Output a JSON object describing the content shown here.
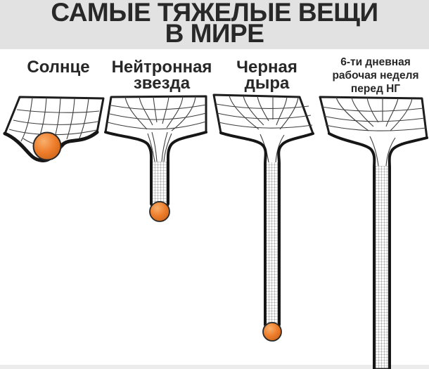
{
  "title": {
    "line1": "САМЫЕ ТЯЖЕЛЫЕ ВЕЩИ",
    "line2": "В МИРЕ"
  },
  "panels": [
    {
      "id": "sun",
      "label_lines": [
        "Солнце"
      ],
      "well": {
        "depth": "shallow-dip",
        "ball_visible": true
      }
    },
    {
      "id": "neutron-star",
      "label_lines": [
        "Нейтронная",
        "звезда"
      ],
      "well": {
        "depth": "deep-funnel",
        "ball_visible": true
      }
    },
    {
      "id": "black-hole",
      "label_lines": [
        "Черная",
        "дыра"
      ],
      "well": {
        "depth": "very-deep-funnel",
        "ball_visible": true
      }
    },
    {
      "id": "work-week",
      "label_lines": [
        "6-ти дневная",
        "рабочая неделя",
        "перед НГ"
      ],
      "well": {
        "depth": "bottomless-funnel",
        "ball_visible": false
      }
    }
  ],
  "colors": {
    "band_gray": "#e2e2e2",
    "ink": "#272727",
    "ball_orange": "#ee7e2c",
    "paper": "#ffffff"
  }
}
